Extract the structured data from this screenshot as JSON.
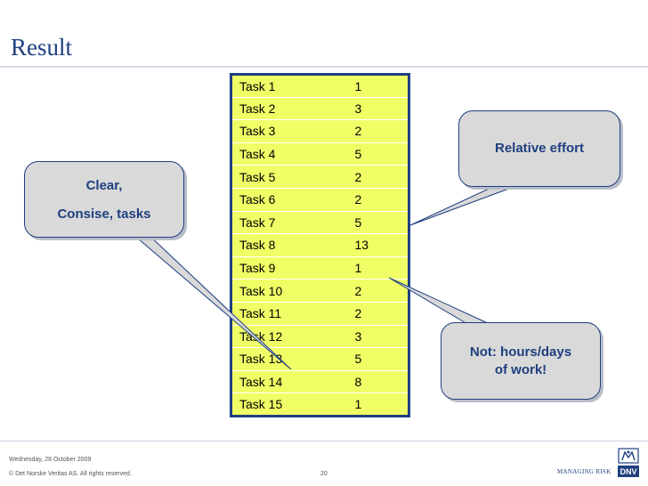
{
  "slide": {
    "title": "Result"
  },
  "tasks": [
    {
      "name": "Task 1",
      "value": "1"
    },
    {
      "name": "Task 2",
      "value": "3"
    },
    {
      "name": "Task 3",
      "value": "2"
    },
    {
      "name": "Task 4",
      "value": "5"
    },
    {
      "name": "Task 5",
      "value": "2"
    },
    {
      "name": "Task 6",
      "value": "2"
    },
    {
      "name": "Task 7",
      "value": "5"
    },
    {
      "name": "Task 8",
      "value": "13"
    },
    {
      "name": "Task 9",
      "value": "1"
    },
    {
      "name": "Task 10",
      "value": "2"
    },
    {
      "name": "Task 11",
      "value": "2"
    },
    {
      "name": "Task 12",
      "value": "3"
    },
    {
      "name": "Task 13",
      "value": "5"
    },
    {
      "name": "Task 14",
      "value": "8"
    },
    {
      "name": "Task 15",
      "value": "1"
    }
  ],
  "callouts": {
    "left": {
      "line1": "Clear,",
      "line2": "Consise, tasks"
    },
    "right_top": {
      "line1": "Relative effort"
    },
    "right_bottom": {
      "line1": "Not: hours/days",
      "line2": "of work!"
    }
  },
  "footer": {
    "date": "Wednesday, 28 October 2009",
    "copyright": "© Det Norske Veritas AS. All rights reserved.",
    "page": "20",
    "tagline": "MANAGING RISK",
    "logo_text": "DNV"
  },
  "colors": {
    "title": "#1f3f7f",
    "table_fill": "#f0ff66",
    "table_border": "#1f3f7f",
    "bubble_fill": "#d9d9d9"
  }
}
